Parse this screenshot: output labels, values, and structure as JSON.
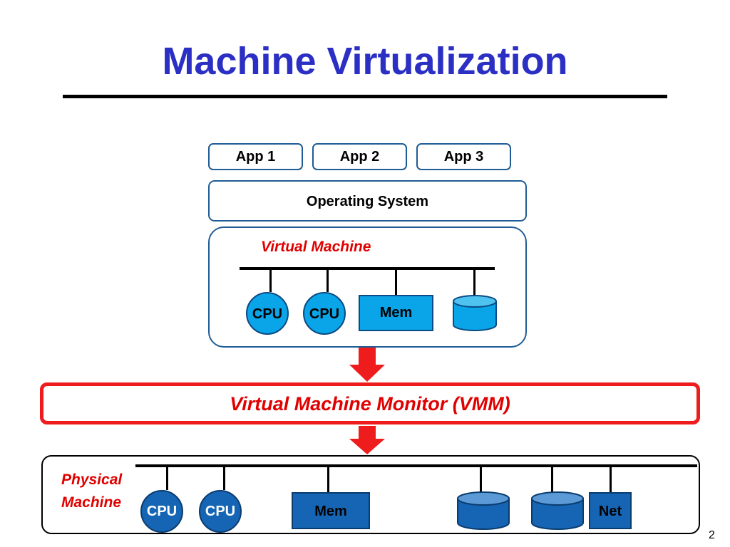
{
  "title": "Machine Virtualization",
  "apps": [
    "App 1",
    "App 2",
    "App 3"
  ],
  "os_label": "Operating System",
  "virtual_machine": {
    "label": "Virtual Machine",
    "cpu_labels": [
      "CPU",
      "CPU"
    ],
    "mem_label": "Mem"
  },
  "vmm_label": "Virtual Machine Monitor (VMM)",
  "physical_machine": {
    "label_line1": "Physical",
    "label_line2": "Machine",
    "cpu_labels": [
      "CPU",
      "CPU"
    ],
    "mem_label": "Mem",
    "net_label": "Net"
  },
  "page_number": "2",
  "colors": {
    "title": "#2b2fc4",
    "accent_red": "#ee1c1c",
    "virtual_component": "#0aa5e8",
    "physical_component": "#1565b4",
    "box_border": "#1f5c96"
  }
}
